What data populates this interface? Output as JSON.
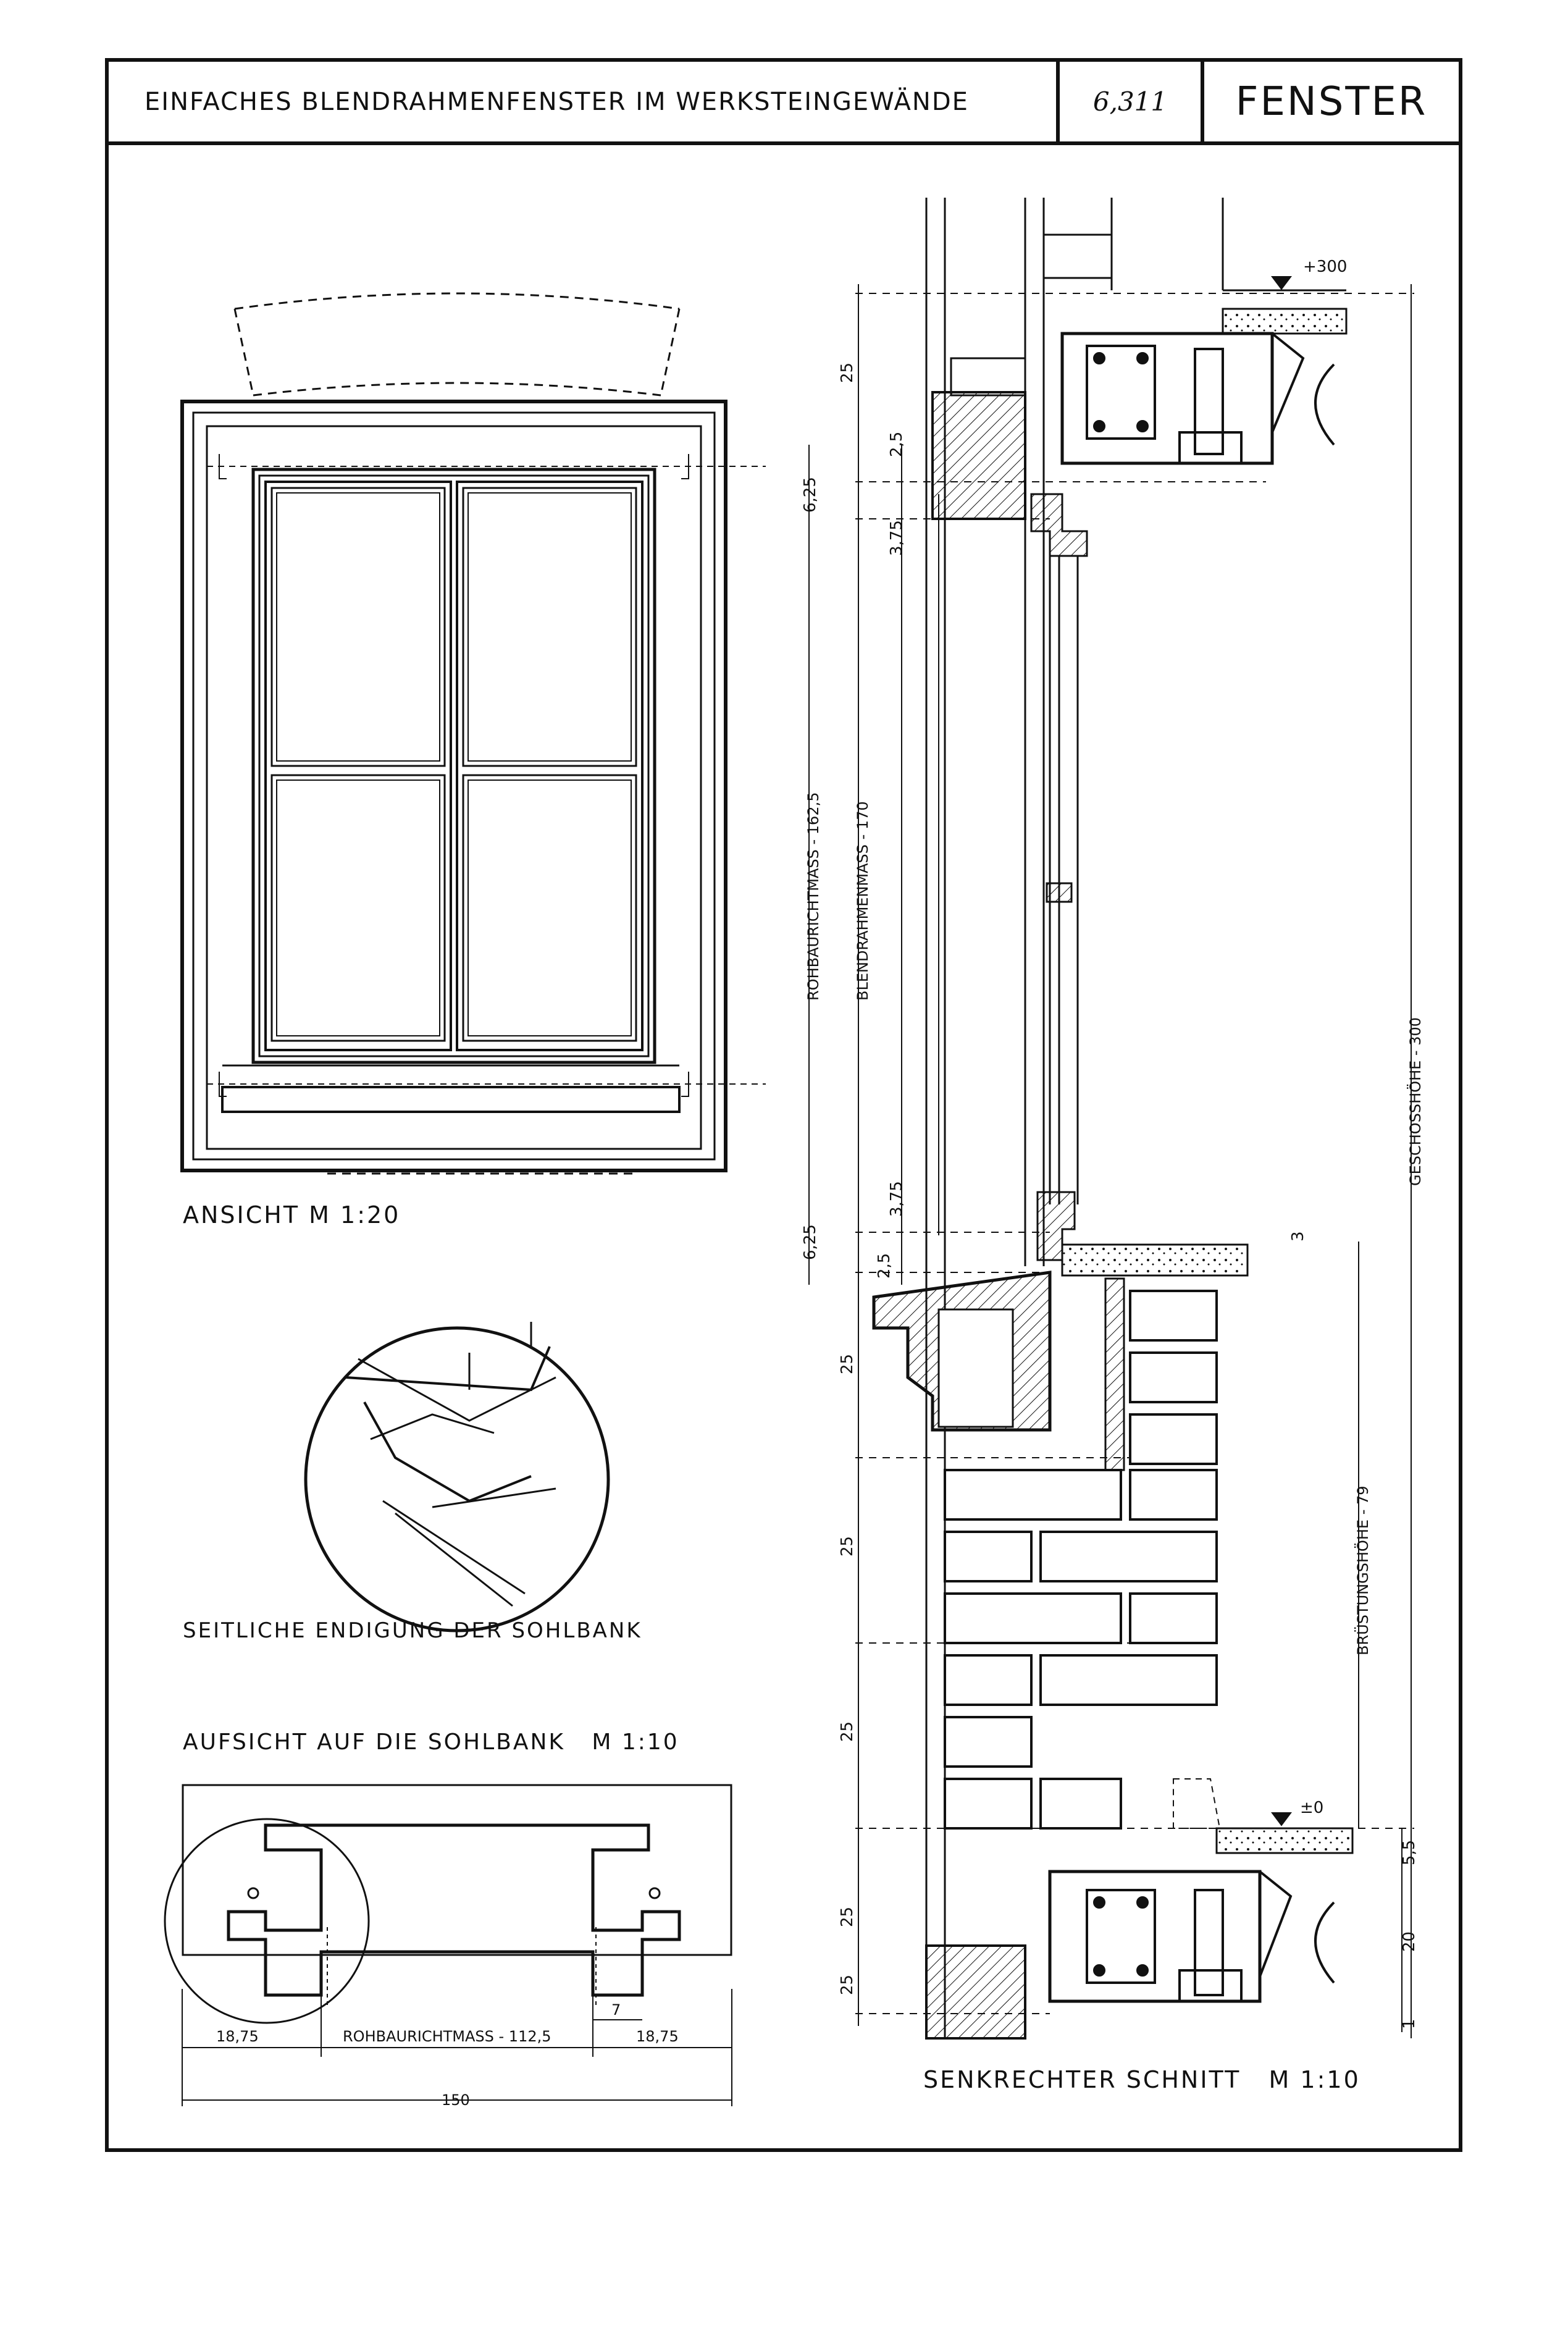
{
  "title": {
    "main": "EINFACHES BLENDRAHMENFENSTER IM WERKSTEINGEWÄNDE",
    "sheet_number": "6,311",
    "topic": "FENSTER"
  },
  "captions": {
    "elevation": "ANSICHT M 1:20",
    "detail": "SEITLICHE ENDIGUNG DER SOHLBANK",
    "plan": "AUFSICHT AUF DIE SOHLBANK   M 1:10",
    "section": "SENKRECHTER SCHNITT   M 1:10"
  },
  "plan_dims": {
    "left": "18,75",
    "middle": "ROHBAURICHTMASS - 112,5",
    "right": "18,75",
    "total": "150",
    "notch": "7"
  },
  "section_dims": {
    "level_top": "+300",
    "level_floor": "±0",
    "course_1": "25",
    "course_2": "25",
    "course_3": "25",
    "course_4": "25",
    "course_5": "25",
    "course_6": "25",
    "top_6_25": "6,25",
    "top_2_5": "2,5",
    "top_3_75": "3,75",
    "bottom_6_25": "6,25",
    "bottom_3_75": "3,75",
    "bottom_2_5": "2,5",
    "sill_3": "3",
    "rohbau": "ROHBAURICHTMASS - 162,5",
    "blendrahmen": "BLENDRAHMENMASS - 170",
    "geschoss": "GESCHOSSHÖHE - 300",
    "bruestung": "BRÜSTUNGSHÖHE - 79",
    "floor_5_5": "5,5",
    "floor_20": "20",
    "floor_1": "1"
  }
}
